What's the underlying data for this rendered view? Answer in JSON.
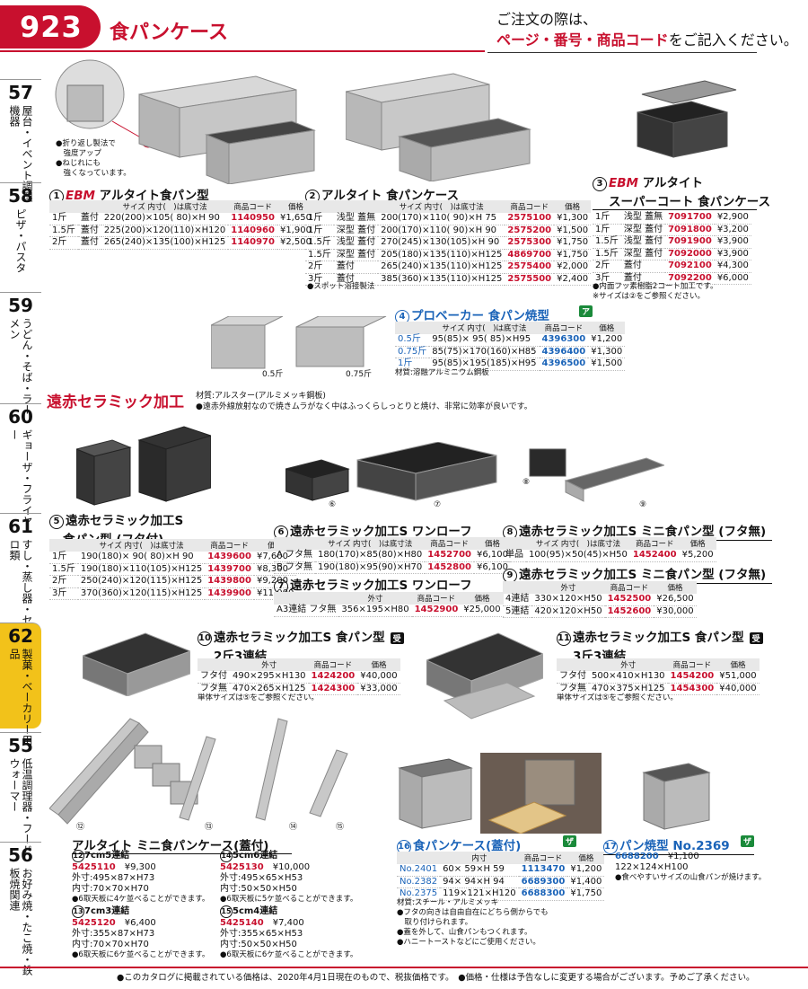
{
  "header": {
    "page_number": "923",
    "title": "食パンケース",
    "notice_line1": "ご注文の際は、",
    "notice_red": "ページ・番号・商品コード",
    "notice_tail": "をご記入ください。"
  },
  "index": [
    {
      "num": "57",
      "label": "屋台・イベント調理機器"
    },
    {
      "num": "58",
      "label": "ピザ・パスタ"
    },
    {
      "num": "59",
      "label": "うどん・そば・ラーメン"
    },
    {
      "num": "60",
      "label": "ギョーザ・フライヤー"
    },
    {
      "num": "61",
      "label": "すし・蒸し器・セイロ類"
    },
    {
      "num": "62",
      "label": "製菓・ベーカリー用品"
    },
    {
      "num": "55",
      "label": "低温調理器・フードウォーマー"
    },
    {
      "num": "56",
      "label": "お好み焼・たこ焼・鉄板焼関連"
    }
  ],
  "callout": [
    "●折り返し製法で",
    "　強度アップ",
    "●ねじれにも",
    "　強くなっています。"
  ],
  "p1": {
    "no": "1",
    "brand": "EBM",
    "name": "アルタイト食パン型",
    "headers": [
      "サイズ 内寸(　)は底寸法",
      "商品コード",
      "価格"
    ],
    "rows": [
      [
        "1斤",
        "蓋付",
        "220(200)×105(  80)×H 90",
        "1140950",
        "¥1,650"
      ],
      [
        "1.5斤",
        "蓋付",
        "225(200)×120(110)×H120",
        "1140960",
        "¥1,900"
      ],
      [
        "2斤",
        "蓋付",
        "265(240)×135(100)×H125",
        "1140970",
        "¥2,500"
      ]
    ]
  },
  "p2": {
    "no": "2",
    "name": "アルタイト 食パンケース",
    "headers": [
      "サイズ 内寸(　)は底寸法",
      "商品コード",
      "価格"
    ],
    "rows": [
      [
        "1斤",
        "浅型 蓋無",
        "200(170)×110(  90)×H 75",
        "2575100",
        "¥1,300"
      ],
      [
        "1斤",
        "深型 蓋付",
        "200(170)×110(  90)×H 90",
        "2575200",
        "¥1,500"
      ],
      [
        "1.5斤",
        "浅型 蓋付",
        "270(245)×130(105)×H 90",
        "2575300",
        "¥1,750"
      ],
      [
        "1.5斤",
        "深型 蓋付",
        "205(180)×135(110)×H125",
        "4869700",
        "¥1,750"
      ],
      [
        "2斤",
        "蓋付",
        "265(240)×135(110)×H125",
        "2575400",
        "¥2,000"
      ],
      [
        "3斤",
        "蓋付",
        "385(360)×135(110)×H125",
        "2575500",
        "¥2,400"
      ]
    ],
    "note": "●スポット溶接製法"
  },
  "p3": {
    "no": "3",
    "brand": "EBM",
    "name_line1": "アルタイト",
    "name_line2": "スーパーコート 食パンケース",
    "rows": [
      [
        "1斤",
        "浅型 蓋無",
        "7091700",
        "¥2,900"
      ],
      [
        "1斤",
        "深型 蓋付",
        "7091800",
        "¥3,200"
      ],
      [
        "1.5斤",
        "浅型 蓋付",
        "7091900",
        "¥3,900"
      ],
      [
        "1.5斤",
        "深型 蓋付",
        "7092000",
        "¥3,900"
      ],
      [
        "2斤",
        "蓋付",
        "7092100",
        "¥4,300"
      ],
      [
        "3斤",
        "蓋付",
        "7092200",
        "¥6,000"
      ]
    ],
    "notes": [
      "●内面フッ素樹脂2コート加工です。",
      "※サイズは②をご参照ください。"
    ]
  },
  "p4": {
    "no": "4",
    "name": "プロベーカー 食パン焼型",
    "badge": "ア",
    "headers": [
      "サイズ 内寸(　)は底寸法",
      "商品コード",
      "価格"
    ],
    "rows": [
      [
        "0.5斤",
        "95(85)× 95( 85)×H95",
        "4396300",
        "¥1,200"
      ],
      [
        "0.75斤",
        "85(75)×170(160)×H85",
        "4396400",
        "¥1,300"
      ],
      [
        "1斤",
        "95(85)×195(185)×H95",
        "4396500",
        "¥1,500"
      ]
    ],
    "note": "材質:溶融アルミニウム鋼板",
    "img_labels": [
      "0.5斤",
      "0.75斤"
    ]
  },
  "section": {
    "title": "遠赤セラミック加工",
    "material": "材質:アルスター(アルミメッキ鋼板)",
    "desc": "●遠赤外線放射なので焼きムラがなく中はふっくらしっとりと焼け、非常に効率が良いです。"
  },
  "p5": {
    "no": "5",
    "name_line1": "遠赤セラミック加工S",
    "name_line2": "食パン型 (フタ付)",
    "headers": [
      "サイズ 内寸(　)は底寸法",
      "商品コード",
      "価格"
    ],
    "rows": [
      [
        "1斤",
        "190(180)× 90(  80)×H 90",
        "1439600",
        "¥7,600"
      ],
      [
        "1.5斤",
        "190(180)×110(105)×H125",
        "1439700",
        "¥8,300"
      ],
      [
        "2斤",
        "250(240)×120(115)×H125",
        "1439800",
        "¥9,200"
      ],
      [
        "3斤",
        "370(360)×120(115)×H125",
        "1439900",
        "¥11,000"
      ]
    ]
  },
  "p6": {
    "no": "6",
    "name": "遠赤セラミック加工S ワンローフ",
    "headers": [
      "サイズ 内寸(　)は底寸法",
      "商品コード",
      "価格"
    ],
    "rows": [
      [
        "A フタ無",
        "180(170)×85(80)×H80",
        "1452700",
        "¥6,100"
      ],
      [
        "B フタ無",
        "190(180)×95(90)×H70",
        "1452800",
        "¥6,100"
      ]
    ]
  },
  "p7": {
    "no": "7",
    "name": "遠赤セラミック加工S ワンローフ",
    "headers": [
      "外寸",
      "商品コード",
      "価格"
    ],
    "rows": [
      [
        "A3連結 フタ無",
        "356×195×H80",
        "1452900",
        "¥25,000"
      ]
    ]
  },
  "p8": {
    "no": "8",
    "name": "遠赤セラミック加工S ミニ食パン型 (フタ無)",
    "headers": [
      "サイズ 内寸(　)は底寸法",
      "商品コード",
      "価格"
    ],
    "rows": [
      [
        "単品",
        "100(95)×50(45)×H50",
        "1452400",
        "¥5,200"
      ]
    ]
  },
  "p9": {
    "no": "9",
    "name": "遠赤セラミック加工S ミニ食パン型 (フタ無)",
    "headers": [
      "外寸",
      "商品コード",
      "価格"
    ],
    "rows": [
      [
        "4連結",
        "330×120×H50",
        "1452500",
        "¥26,500"
      ],
      [
        "5連結",
        "420×120×H50",
        "1452600",
        "¥30,000"
      ]
    ]
  },
  "p10": {
    "no": "10",
    "name_line1": "遠赤セラミック加工S 食パン型",
    "name_line2": "2斤3連結",
    "badge": "受",
    "headers": [
      "外寸",
      "商品コード",
      "価格"
    ],
    "rows": [
      [
        "フタ付",
        "490×295×H130",
        "1424200",
        "¥40,000"
      ],
      [
        "フタ無",
        "470×265×H125",
        "1424300",
        "¥33,000"
      ]
    ],
    "note": "単体サイズは⑤をご参照ください。"
  },
  "p11": {
    "no": "11",
    "name_line1": "遠赤セラミック加工S 食パン型",
    "name_line2": "3斤3連結",
    "badge": "受",
    "headers": [
      "外寸",
      "商品コード",
      "価格"
    ],
    "rows": [
      [
        "フタ付",
        "500×410×H130",
        "1454200",
        "¥51,000"
      ],
      [
        "フタ無",
        "470×375×H125",
        "1454300",
        "¥40,000"
      ]
    ],
    "note": "単体サイズは⑤をご参照ください。"
  },
  "p12_15": {
    "title": "アルタイト ミニ食パンケース(蓋付)",
    "img_labels": [
      "⑫",
      "⑬",
      "⑭",
      "⑮"
    ],
    "items": [
      {
        "no": "12",
        "name": "7cm5連結",
        "code": "5425110",
        "price": "¥9,300",
        "lines": [
          "外寸:495×87×H73",
          "内寸:70×70×H70",
          "●6取天板に4ケ並べることができます。"
        ]
      },
      {
        "no": "13",
        "name": "7cm3連結",
        "code": "5425120",
        "price": "¥6,400",
        "lines": [
          "外寸:355×87×H73",
          "内寸:70×70×H70",
          "●6取天板に6ケ並べることができます。"
        ]
      },
      {
        "no": "14",
        "name": "5cm6連結",
        "code": "5425130",
        "price": "¥10,000",
        "lines": [
          "外寸:495×65×H53",
          "内寸:50×50×H50",
          "●6取天板に5ケ並べることができます。"
        ]
      },
      {
        "no": "15",
        "name": "5cm4連結",
        "code": "5425140",
        "price": "¥7,400",
        "lines": [
          "外寸:355×65×H53",
          "内寸:50×50×H50",
          "●6取天板に6ケ並べることができます。"
        ]
      }
    ]
  },
  "p16": {
    "no": "16",
    "name": "食パンケース(蓋付)",
    "badge": "ザ",
    "headers": [
      "内寸",
      "商品コード",
      "価格"
    ],
    "rows": [
      [
        "No.2401",
        "60× 59×H 59",
        "1113470",
        "¥1,200"
      ],
      [
        "No.2382",
        "94× 94×H 94",
        "6689300",
        "¥1,400"
      ],
      [
        "No.2375",
        "119×121×H120",
        "6688300",
        "¥1,750"
      ]
    ],
    "notes": [
      "材質:スチール・アルミメッキ",
      "●フタの向きは自由自在にどちら側からでも",
      "　取り付けられます。",
      "●蓋を外して、山食パンもつくれます。",
      "●ハニートーストなどにご使用ください。"
    ]
  },
  "p17": {
    "no": "17",
    "name": "パン焼型 No.2369",
    "badge": "ザ",
    "code": "6688200",
    "price": "¥1,100",
    "size": "122×124×H100",
    "note": "●食べやすいサイズの山食パンが焼けます。"
  },
  "footer": "●このカタログに掲載されている価格は、2020年4月1日現在のもので、税抜価格です。　●価格・仕様は予告なしに変更する場合がございます。予めご了承ください。",
  "colors": {
    "accent": "#c8102e",
    "blue": "#1a63b8",
    "index_active": "#f2c21a"
  }
}
